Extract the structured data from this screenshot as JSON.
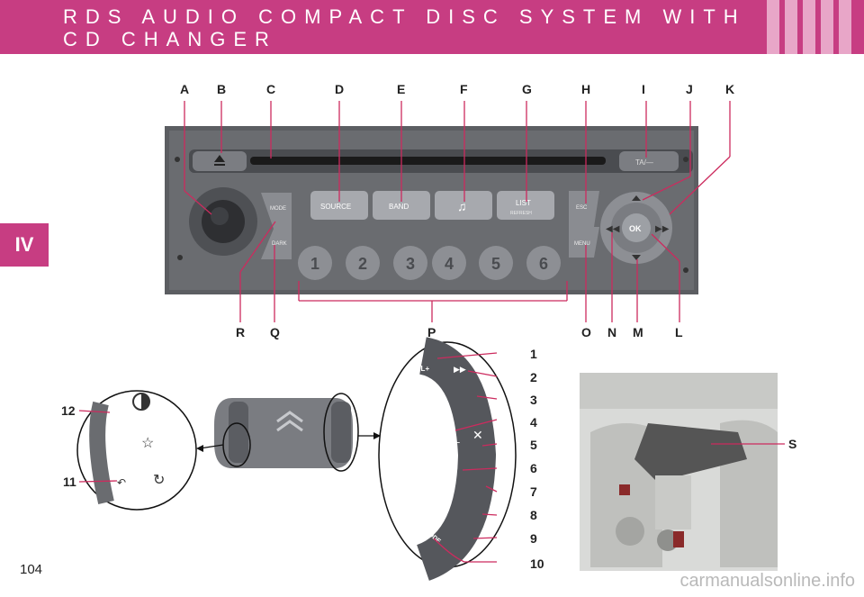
{
  "header": {
    "title_line1": "RDS AUDIO COMPACT DISC SYSTEM WITH",
    "title_line2": "CD CHANGER",
    "accent_color": "#c73d82"
  },
  "chapter_tab": "IV",
  "page_number": "104",
  "watermark": "carmanualsonline.info",
  "radio": {
    "callouts_top": [
      "A",
      "B",
      "C",
      "D",
      "E",
      "F",
      "G",
      "H",
      "I",
      "J",
      "K"
    ],
    "callouts_bottom": [
      "R",
      "Q",
      "P",
      "O",
      "N",
      "M",
      "L"
    ],
    "buttons": {
      "mode": "MODE",
      "dark": "DARK",
      "source": "SOURCE",
      "band": "BAND",
      "list": "LIST",
      "list_sub": "REFRESH",
      "esc": "ESC",
      "menu": "MENU",
      "ok": "OK",
      "ta": "TA/—"
    },
    "presets": [
      "1",
      "2",
      "3",
      "4",
      "5",
      "6"
    ]
  },
  "steering_controls": {
    "callouts_right": [
      "1",
      "2",
      "3",
      "4",
      "5",
      "6",
      "7",
      "8",
      "9",
      "10"
    ],
    "callouts_left": [
      "12",
      "11"
    ],
    "labels": {
      "vol_plus": "VOL+",
      "vol_minus": "VOL –",
      "menu": "MENU",
      "mode": "MODE"
    }
  },
  "console_photo": {
    "callout": "S"
  },
  "icons": [
    "eject-icon",
    "music-note-icon",
    "up-arrow-icon",
    "down-arrow-icon",
    "left-arrow-icon",
    "right-arrow-icon",
    "citroen-logo-icon"
  ]
}
